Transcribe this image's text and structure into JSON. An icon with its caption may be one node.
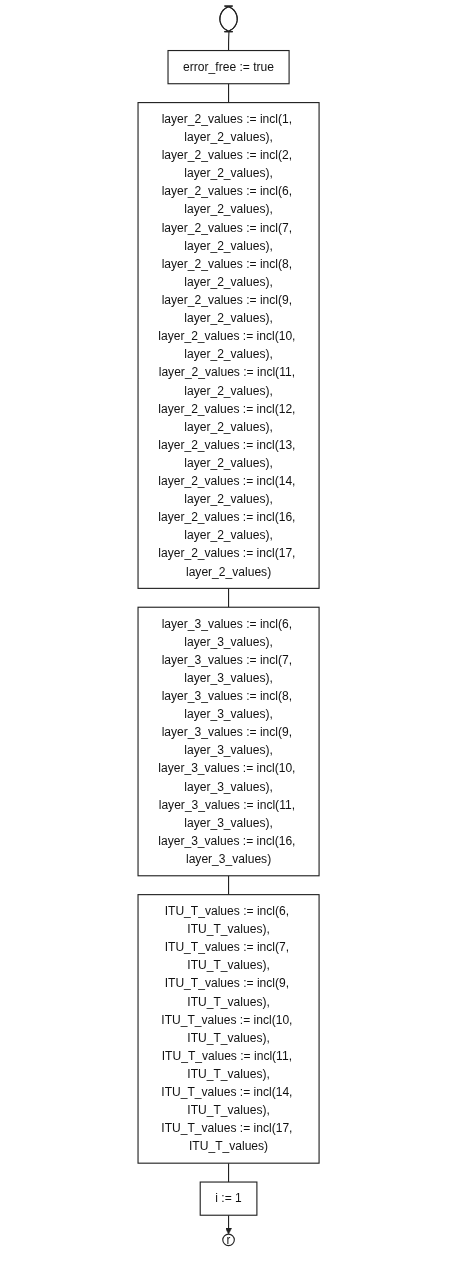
{
  "diagram": {
    "nodes": [
      {
        "text": [],
        "shape": "stadium"
      },
      {
        "text": [
          "error_free := true"
        ]
      },
      {
        "text": [
          "layer_2_values := incl(1, layer_2_values),",
          "layer_2_values := incl(2, layer_2_values),",
          "layer_2_values := incl(6, layer_2_values),",
          "layer_2_values := incl(7, layer_2_values),",
          "layer_2_values := incl(8, layer_2_values),",
          "layer_2_values := incl(9, layer_2_values),",
          "layer_2_values := incl(10, layer_2_values),",
          "layer_2_values := incl(11, layer_2_values),",
          "layer_2_values := incl(12, layer_2_values),",
          "layer_2_values := incl(13, layer_2_values),",
          "layer_2_values := incl(14, layer_2_values),",
          "layer_2_values := incl(16, layer_2_values),",
          "layer_2_values := incl(17, layer_2_values)"
        ]
      },
      {
        "text": [
          "layer_3_values := incl(6, layer_3_values),",
          "layer_3_values := incl(7, layer_3_values),",
          "layer_3_values := incl(8, layer_3_values),",
          "layer_3_values := incl(9, layer_3_values),",
          "layer_3_values := incl(10, layer_3_values),",
          "layer_3_values := incl(11, layer_3_values),",
          "layer_3_values := incl(16, layer_3_values)"
        ]
      },
      {
        "text": [
          "ITU_T_values := incl(6, ITU_T_values),",
          "ITU_T_values := incl(7, ITU_T_values),",
          "ITU_T_values := incl(9, ITU_T_values),",
          "ITU_T_values := incl(10, ITU_T_values),",
          "ITU_T_values := incl(11, ITU_T_values),",
          "ITU_T_values := incl(14, ITU_T_values),",
          "ITU_T_values := incl(17, ITU_T_values)"
        ]
      },
      {
        "text": [
          "i := 1"
        ]
      },
      {
        "text": [
          "r"
        ]
      }
    ],
    "edges": [
      {
        "from": 0,
        "to": 1,
        "arrow": "none"
      },
      {
        "from": 1,
        "to": 2,
        "arrow": "none"
      },
      {
        "from": 2,
        "to": 3,
        "arrow": "none"
      },
      {
        "from": 3,
        "to": 4,
        "arrow": "none"
      },
      {
        "from": 4,
        "to": 5,
        "arrow": "none"
      },
      {
        "from": 5,
        "to": 6,
        "arrow": "to"
      }
    ]
  }
}
